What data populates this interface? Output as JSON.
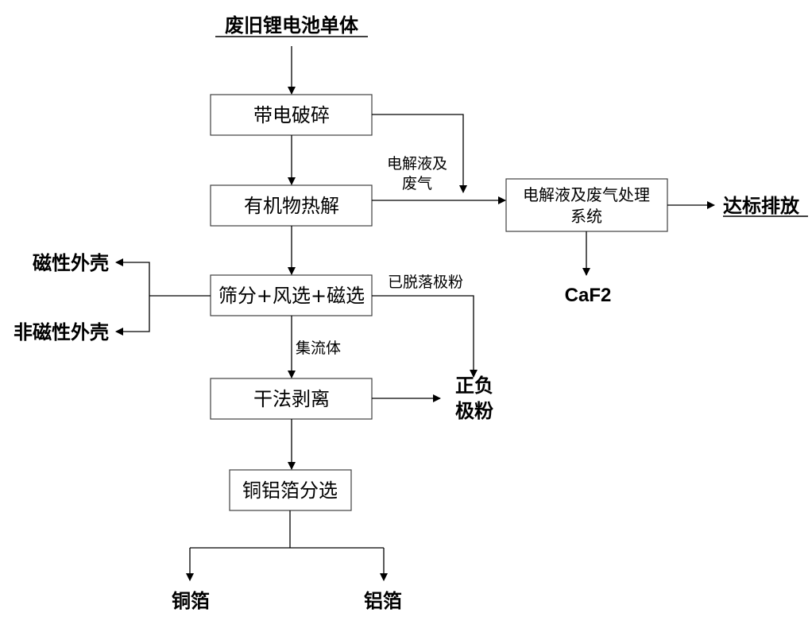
{
  "diagram": {
    "title": "废旧锂电池单体",
    "steps": {
      "s1": "带电破碎",
      "s2": "有机物热解",
      "s3": "筛分+风选+磁选",
      "s4": "干法剥离",
      "s5": "铜铝箔分选"
    },
    "treatment_system": {
      "line1": "电解液及废气处理",
      "line2": "系统"
    },
    "edge_labels": {
      "gas_line1": "电解液及",
      "gas_line2": "废气",
      "powder": "已脱落极粉",
      "collector": "集流体"
    },
    "outputs": {
      "discharge": "达标排放",
      "caf2": "CaF2",
      "magnetic_shell": "磁性外壳",
      "nonmagnetic_shell": "非磁性外壳",
      "electrode_line1": "正负",
      "electrode_line2": "极粉",
      "copper_foil": "铜箔",
      "aluminum_foil": "铝箔"
    }
  }
}
